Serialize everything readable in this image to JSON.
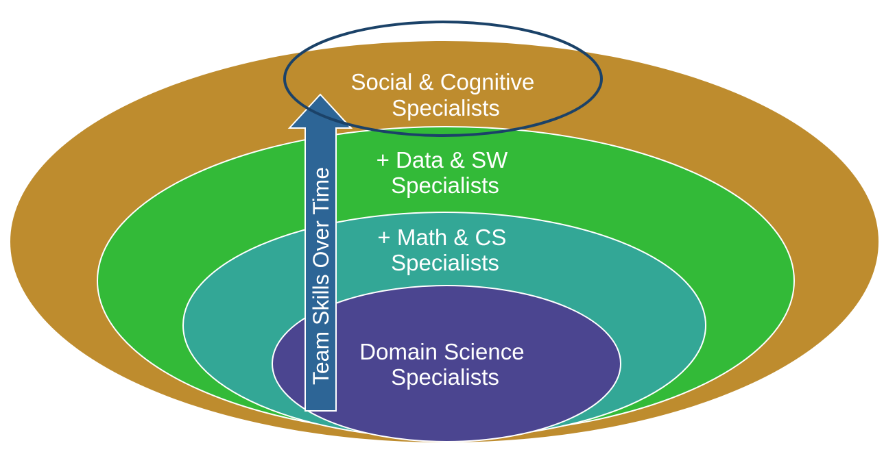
{
  "diagram": {
    "layers": [
      {
        "id": "social",
        "lines": [
          "Social & Cognitive",
          "Specialists"
        ],
        "color": "#BE8C2E"
      },
      {
        "id": "data",
        "lines": [
          "+ Data & SW",
          "Specialists"
        ],
        "color": "#33BA38"
      },
      {
        "id": "math",
        "lines": [
          "+ Math & CS",
          "Specialists"
        ],
        "color": "#33A796"
      },
      {
        "id": "domain",
        "lines": [
          "Domain Science",
          "Specialists"
        ],
        "color": "#4B4590"
      }
    ],
    "arrow": {
      "label": "Team Skills Over Time",
      "color": "#2D6596"
    },
    "highlight_color": "#1B4268"
  }
}
